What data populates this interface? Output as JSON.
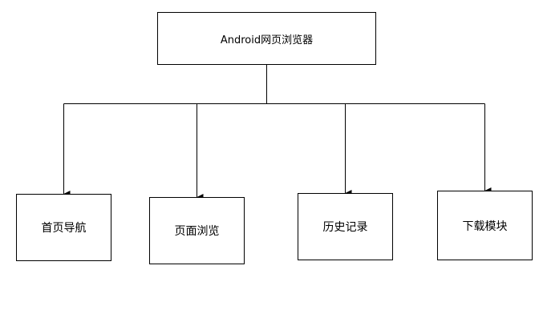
{
  "diagram": {
    "root": {
      "label": "Android网页浏览器"
    },
    "children": [
      {
        "label": "首页导航"
      },
      {
        "label": "页面浏览"
      },
      {
        "label": "历史记录"
      },
      {
        "label": "下载模块"
      }
    ],
    "line_color": "#000000"
  }
}
